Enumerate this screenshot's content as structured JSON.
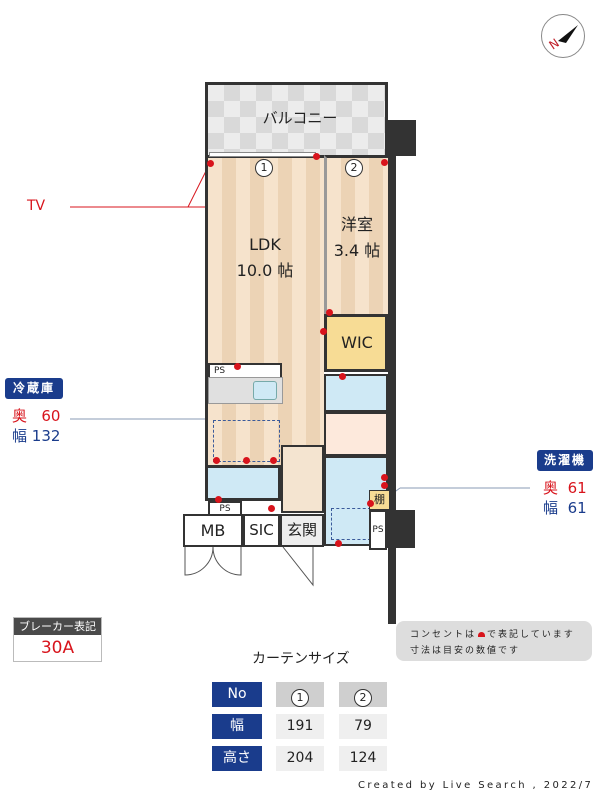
{
  "compass": {
    "label": "N",
    "icon": "north-compass-icon"
  },
  "floorplan": {
    "balcony": "バルコニー",
    "window_markers": [
      "1",
      "2"
    ],
    "rooms": {
      "ldk": {
        "name": "LDK",
        "size": "10.0 帖"
      },
      "western": {
        "name": "洋室",
        "size": "3.4 帖"
      },
      "wic": "WIC",
      "mb": "MB",
      "sic": "SIC",
      "entrance": "玄関",
      "shelf": "棚",
      "ps": "PS"
    }
  },
  "annotations": {
    "tv": "TV",
    "fridge": {
      "title": "冷蔵庫",
      "depth_label": "奥",
      "depth": "60",
      "width_label": "幅",
      "width": "132"
    },
    "washer": {
      "title": "洗濯機",
      "depth_label": "奥",
      "depth": "61",
      "width_label": "幅",
      "width": "61"
    }
  },
  "breaker": {
    "title": "ブレーカー表記",
    "value": "30A"
  },
  "notes": {
    "line1_pre": "コンセントは",
    "line1_post": "で表記しています",
    "line2": "寸法は目安の数値です"
  },
  "curtain": {
    "title": "カーテンサイズ",
    "headers": [
      "No",
      "幅",
      "高さ"
    ],
    "columns": [
      {
        "no": "1",
        "width": "191",
        "height": "204"
      },
      {
        "no": "2",
        "width": "79",
        "height": "124"
      }
    ]
  },
  "footer": "Created by Live Search , 2022/7",
  "colors": {
    "accent": "#1a3c8c",
    "outlet": "#d8141c",
    "tv_line": "#d8141c"
  }
}
